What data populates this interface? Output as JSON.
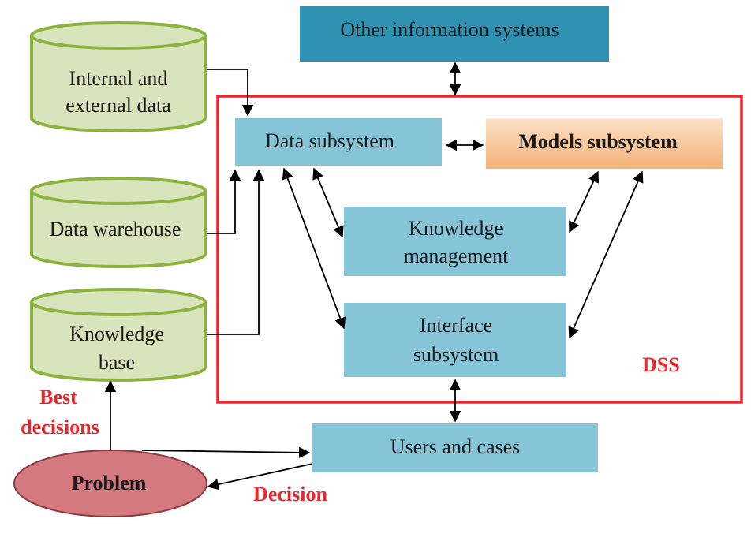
{
  "nodes": {
    "other_info": "Other information systems",
    "internal_external_1": "Internal and",
    "internal_external_2": "external data",
    "data_warehouse": "Data warehouse",
    "knowledge_base_1": "Knowledge",
    "knowledge_base_2": "base",
    "data_subsystem": "Data subsystem",
    "models_subsystem": "Models subsystem",
    "knowledge_mgmt_1": "Knowledge",
    "knowledge_mgmt_2": "management",
    "interface_1": "Interface",
    "interface_2": "subsystem",
    "users_cases": "Users and cases",
    "problem": "Problem"
  },
  "labels": {
    "dss": "DSS",
    "best_decisions_1": "Best",
    "best_decisions_2": "decisions",
    "decision": "Decision"
  },
  "colors": {
    "blue_box": "#86c5d8",
    "dark_teal_box": "#2e93b3",
    "orange_box": "#f8c9a0",
    "cylinder_fill": "#d7e4bc",
    "cylinder_stroke": "#8cb33e",
    "ellipse_fill": "#d4797f",
    "dss_border": "#e8262b",
    "label_red": "#e8262b"
  }
}
